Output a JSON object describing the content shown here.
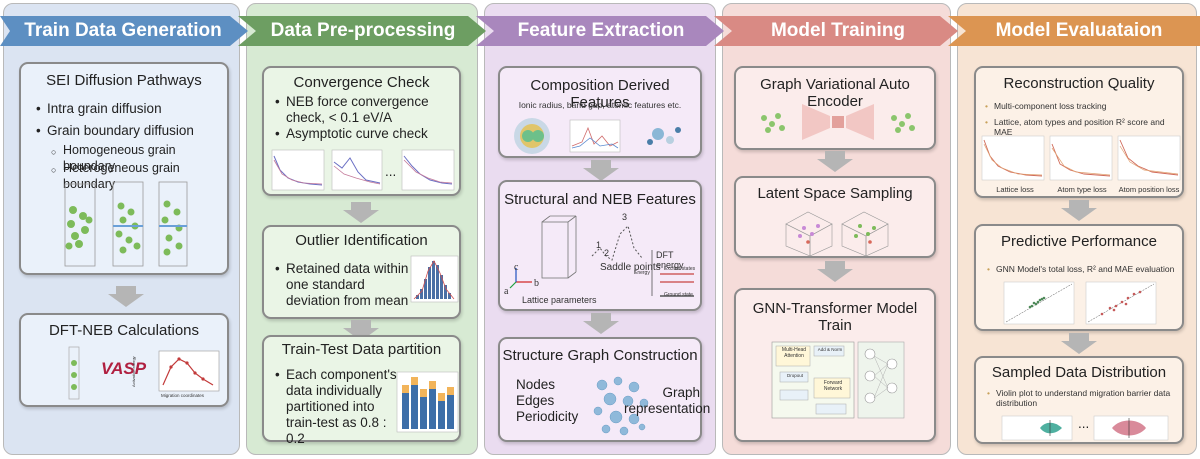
{
  "colors": {
    "col1": "#dbe4f2",
    "col2": "#d7ead3",
    "col3": "#eadcf0",
    "col4": "#f5dcd9",
    "col5": "#f7e4d4",
    "banner1": "#5d8fc2",
    "banner2": "#6d9e62",
    "banner3": "#a987bd",
    "banner4": "#d98a84",
    "banner5": "#dc9552"
  },
  "stages": [
    {
      "title": "Train Data Generation"
    },
    {
      "title": "Data Pre-processing"
    },
    {
      "title": "Feature Extraction"
    },
    {
      "title": "Model Training"
    },
    {
      "title": "Model Evaluataion"
    }
  ],
  "col1": {
    "sei": {
      "title": "SEI Diffusion Pathways",
      "items": [
        "Intra grain diffusion",
        "Grain boundary diffusion"
      ],
      "subitems": [
        "Homogeneous grain boundary",
        "Heterogeneous grain boundary"
      ]
    },
    "dft": {
      "title": "DFT-NEB Calculations",
      "vasp": "VASP",
      "ylabel": "Activation energy",
      "xlabel": "Migration coordinates"
    }
  },
  "col2": {
    "convergence": {
      "title": "Convergence Check",
      "items": [
        "NEB force convergence check, < 0.1 eV/A",
        "Asymptotic curve check"
      ],
      "dots": "..."
    },
    "outlier": {
      "title": "Outlier Identification",
      "text": "Retained data within one standard deviation from mean"
    },
    "partition": {
      "title": "Train-Test Data partition",
      "text": "Each component's data individually partitioned into train-test as 0.8 : 0.2"
    }
  },
  "col3": {
    "composition": {
      "title": "Composition Derived Features",
      "subtitle": "Ionic radius, band gap, atomic features etc."
    },
    "structural": {
      "title": "Structural and NEB Features",
      "saddle": "Saddle points",
      "lattice": "Lattice parameters",
      "dft_energy": "DFT energy",
      "energy": "Energy",
      "excited": "Excited states",
      "ground": "Ground state",
      "axis_a": "a",
      "axis_b": "b",
      "axis_c": "c",
      "pt1": "1",
      "pt2": "2",
      "pt3": "3"
    },
    "graph": {
      "title": "Structure Graph Construction",
      "items": [
        "Nodes",
        "Edges",
        "Periodicity"
      ],
      "rep": "Graph representation"
    }
  },
  "col4": {
    "vae": {
      "title": "Graph Variational Auto Encoder"
    },
    "latent": {
      "title": "Latent Space Sampling"
    },
    "gnn": {
      "title": "GNN-Transformer Model Train",
      "mha": "Multi-Head Attention",
      "ff": "Forward Network",
      "addnorm": "Add & Norm",
      "dropout": "Dropout"
    }
  },
  "col5": {
    "recon": {
      "title": "Reconstruction Quality",
      "items": [
        "Multi-component loss tracking",
        "Lattice, atom types and position R² score and MAE"
      ],
      "losses": [
        "Lattice loss",
        "Atom type loss",
        "Atom position loss"
      ]
    },
    "predictive": {
      "title": "Predictive Performance",
      "items": [
        "GNN Model's total loss, R² and MAE evaluation"
      ]
    },
    "sampled": {
      "title": "Sampled Data Distribution",
      "items": [
        "Violin plot to understand migration barrier data distribution"
      ],
      "dots": "..."
    }
  }
}
